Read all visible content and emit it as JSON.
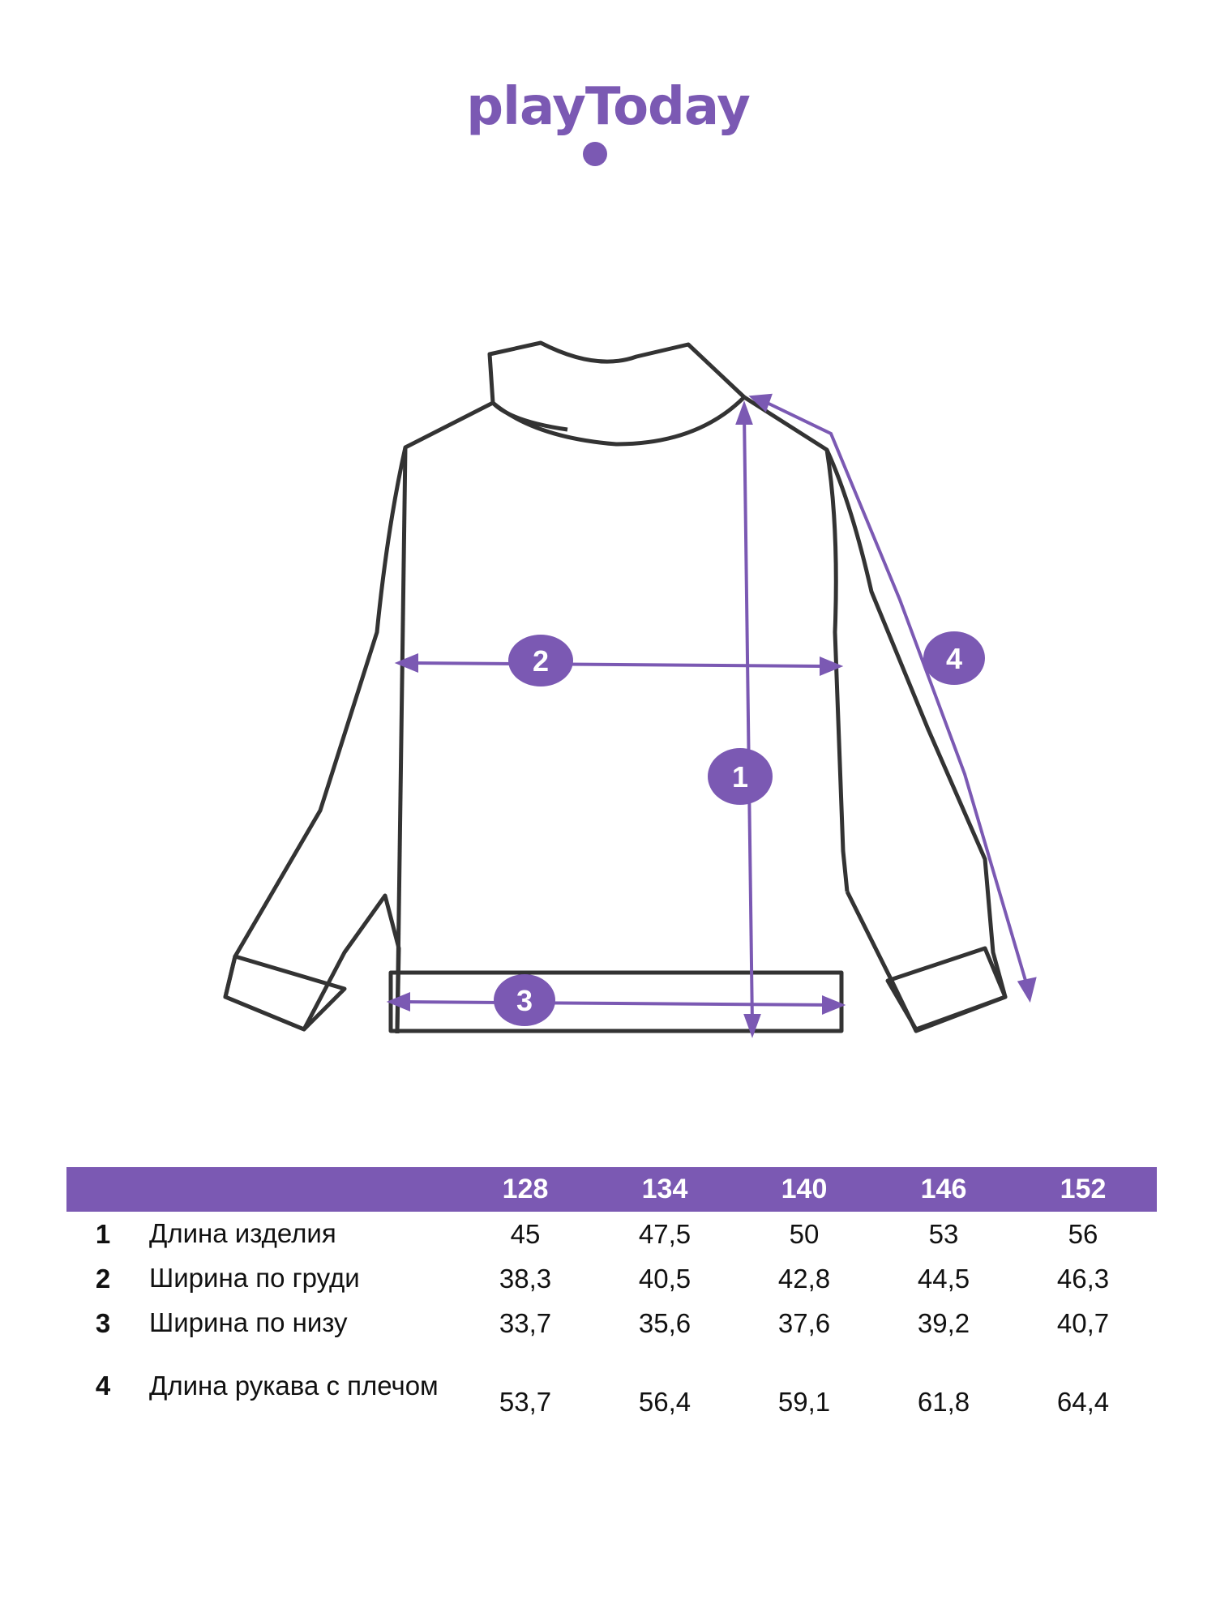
{
  "brand": {
    "logo_text": "playToday",
    "color": "#7b59b3"
  },
  "diagram": {
    "markers": [
      {
        "id": "1",
        "label": "1"
      },
      {
        "id": "2",
        "label": "2"
      },
      {
        "id": "3",
        "label": "3"
      },
      {
        "id": "4",
        "label": "4"
      }
    ],
    "line_color": "#7b59b3",
    "outline_color": "#333333"
  },
  "table": {
    "header_bg": "#7b59b3",
    "sizes": [
      "128",
      "134",
      "140",
      "146",
      "152"
    ],
    "rows": [
      {
        "num": "1",
        "label": "Длина изделия",
        "values": [
          "45",
          "47,5",
          "50",
          "53",
          "56"
        ]
      },
      {
        "num": "2",
        "label": "Ширина по груди",
        "values": [
          "38,3",
          "40,5",
          "42,8",
          "44,5",
          "46,3"
        ]
      },
      {
        "num": "3",
        "label": "Ширина по низу",
        "values": [
          "33,7",
          "35,6",
          "37,6",
          "39,2",
          "40,7"
        ]
      },
      {
        "num": "4",
        "label": "Длина рукава с плечом",
        "values": [
          "53,7",
          "56,4",
          "59,1",
          "61,8",
          "64,4"
        ]
      }
    ]
  }
}
